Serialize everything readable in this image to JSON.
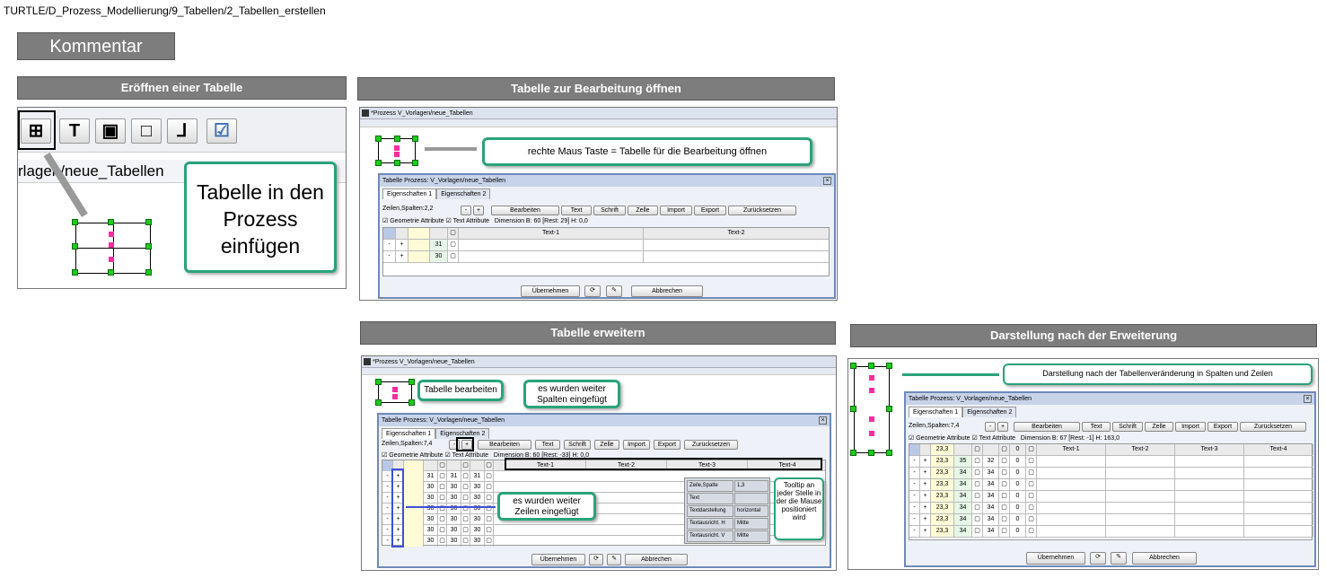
{
  "breadcrumb": "TURTLE/D_Prozess_Modellierung/9_Tabellen/2_Tabellen_erstellen",
  "kommentar": "Kommentar",
  "p1": {
    "title": "Eröffnen einer Tabelle",
    "path": "rlagen/neue_Tabellen",
    "callout": "Tabelle in den Prozess einfügen"
  },
  "p2": {
    "title": "Tabelle zur Bearbeitung öffnen",
    "win": "*Prozess V_Vorlagen/neue_Tabellen",
    "callout": "rechte Maus Taste = Tabelle für die Bearbeitung öffnen",
    "dlg": "Tabelle Prozess: V_Vorlagen/neue_Tabellen",
    "tab1": "Eigenschaften 1",
    "tab2": "Eigenschaften 2",
    "zs": "Zeilen,Spalten:2,2",
    "btns": [
      "Bearbeiten",
      "Text",
      "Schrift",
      "Zelle",
      "Import",
      "Export",
      "Zurücksetzen"
    ],
    "geo": "Geometrie Attribute",
    "txt": "Text Attribute",
    "dim": "Dimension B: 60 [Rest: 29]  H: 0,0",
    "cols": [
      "Text-1",
      "Text-2"
    ],
    "rows": [
      "31",
      "30"
    ],
    "ok": "Übernehmen",
    "cancel": "Abbrechen"
  },
  "p3": {
    "title": "Tabelle erweitern",
    "win": "*Prozess V_Vorlagen/neue_Tabellen",
    "c1": "Tabelle bearbeiten",
    "c2": "es wurden weiter Spalten eingefügt",
    "c3": "es wurden weiter Zeilen eingefügt",
    "c4": "Tooltip an jeder Stelle in der die Mause positioniert wird",
    "dlg": "Tabelle Prozess: V_Vorlagen/neue_Tabellen",
    "tab1": "Eigenschaften 1",
    "tab2": "Eigenschaften 2",
    "zs": "Zeilen,Spalten:7,4",
    "btns": [
      "Bearbeiten",
      "Text",
      "Schrift",
      "Zelle",
      "Import",
      "Export",
      "Zurücksetzen"
    ],
    "geo": "Geometrie Attribute",
    "txt": "Text Attribute",
    "dim": "Dimension B: 60 [Rest: -33]  H: 0,0",
    "cols": [
      "Text-1",
      "Text-2",
      "Text-3",
      "Text-4"
    ],
    "rows": [
      "31",
      "30",
      "30",
      "30",
      "30",
      "30",
      "30"
    ],
    "tip": [
      [
        "Zeile,Spalte",
        "1,3"
      ],
      [
        "Text",
        ""
      ],
      [
        "Textdarstellung",
        "horizontal"
      ],
      [
        "Textausricht. H",
        "Mitte"
      ],
      [
        "Textausricht. V",
        "Mitte"
      ]
    ],
    "ok": "Übernehmen",
    "cancel": "Abbrechen"
  },
  "p4": {
    "title": "Darstellung nach der Erweiterung",
    "callout": "Darstellung nach der Tabellenveränderung in Spalten und Zeilen",
    "dlg": "Tabelle Prozess: V_Vorlagen/neue_Tabellen",
    "tab1": "Eigenschaften 1",
    "tab2": "Eigenschaften 2",
    "zs": "Zeilen,Spalten:7,4",
    "btns": [
      "Bearbeiten",
      "Text",
      "Schrift",
      "Zelle",
      "Import",
      "Export",
      "Zurücksetzen"
    ],
    "geo": "Geometrie Attribute",
    "txt": "Text Attribute",
    "dim": "Dimension B: 67 [Rest: -1]  H: 163,0",
    "cols": [
      "Text-1",
      "Text-2",
      "Text-3",
      "Text-4"
    ],
    "rows": [
      [
        "23,3",
        "",
        "",
        "0"
      ],
      [
        "23,3",
        "35",
        "32",
        "0"
      ],
      [
        "23,3",
        "34",
        "34",
        "0"
      ],
      [
        "23,3",
        "34",
        "34",
        "0"
      ],
      [
        "23,3",
        "34",
        "34",
        "0"
      ],
      [
        "23,3",
        "34",
        "34",
        "0"
      ],
      [
        "23,3",
        "34",
        "34",
        "0"
      ],
      [
        "23,3",
        "34",
        "34",
        "0"
      ]
    ],
    "ok": "Übernehmen",
    "cancel": "Abbrechen"
  },
  "colors": {
    "bar": "#7d7d7d",
    "callout": "#2aa37b",
    "handle": "#1ecb1e",
    "pink": "#ff2ca0",
    "dialog": "#6f89b8"
  }
}
